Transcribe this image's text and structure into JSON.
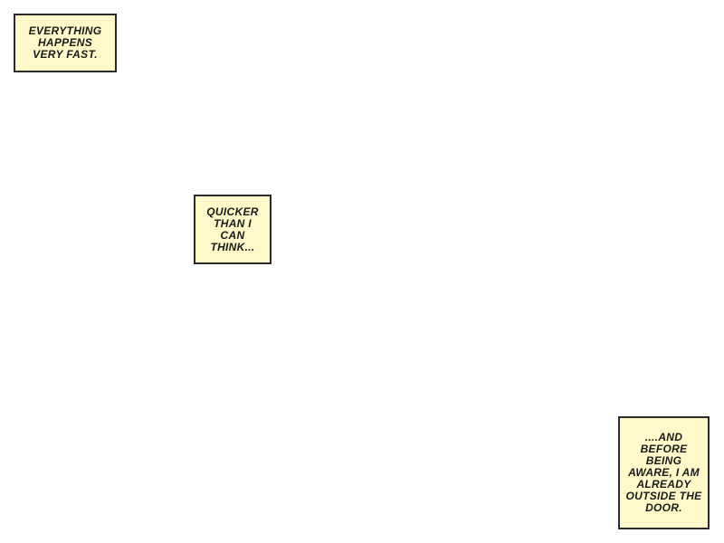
{
  "captions": [
    {
      "lines": [
        "EVERYTHING",
        "HAPPENS",
        "VERY FAST."
      ]
    },
    {
      "lines": [
        "QUICKER",
        "THAN I",
        "CAN",
        "THINK..."
      ]
    },
    {
      "lines": [
        "....AND",
        "BEFORE",
        "BEING",
        "AWARE, I AM",
        "ALREADY",
        "OUTSIDE THE",
        "DOOR."
      ]
    }
  ],
  "colors": {
    "caption_fill": "#fff9c9",
    "caption_border": "#2a2a2a"
  }
}
